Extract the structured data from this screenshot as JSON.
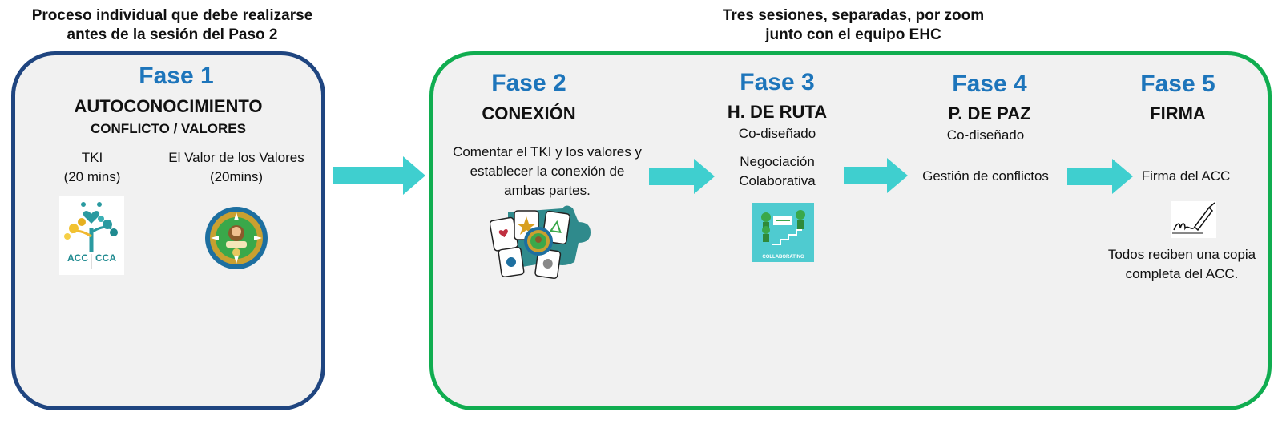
{
  "header_left": {
    "line1": "Proceso individual que debe realizarse",
    "line2": "antes de la sesión del Paso 2"
  },
  "header_right": {
    "line1": "Tres sesiones, separadas, por zoom",
    "line2": "junto con el equipo EHC"
  },
  "colors": {
    "phase": "#1d75bb",
    "left_border": "#1f4580",
    "right_border": "#10ad50",
    "arrow": "#3fcfcf",
    "box_fill": "#f1f1f1"
  },
  "fase1": {
    "label": "Fase 1",
    "title": "AUTOCONOCIMIENTO",
    "subtitle": "CONFLICTO / VALORES",
    "tki": {
      "name": "TKI",
      "duration": "(20 mins)",
      "logo_text_left": "ACC",
      "logo_text_right": "CCA",
      "icon": "acc-cca-logo"
    },
    "valores": {
      "name": "El Valor de los Valores",
      "duration": "(20mins)",
      "icon": "values-compass-badge"
    }
  },
  "fase2": {
    "label": "Fase 2",
    "title": "CONEXIÓN",
    "desc_line1": "Comentar el TKI y los valores y",
    "desc_line2": "establecer la conexión de",
    "desc_line3": "ambas partes.",
    "icon": "puzzle-cards-icon"
  },
  "fase3": {
    "label": "Fase 3",
    "title": "H. DE RUTA",
    "note": "Co-diseñado",
    "desc_line1": "Negociación",
    "desc_line2": "Colaborativa",
    "image_caption": "COLLABORATING",
    "icon": "collaborating-image"
  },
  "fase4": {
    "label": "Fase 4",
    "title": "P. DE PAZ",
    "note": "Co-diseñado",
    "desc": "Gestión de conflictos"
  },
  "fase5": {
    "label": "Fase 5",
    "title": "FIRMA",
    "desc": "Firma del ACC",
    "note_line1": "Todos reciben una copia",
    "note_line2": "completa del ACC.",
    "icon": "signature-pen-icon"
  }
}
